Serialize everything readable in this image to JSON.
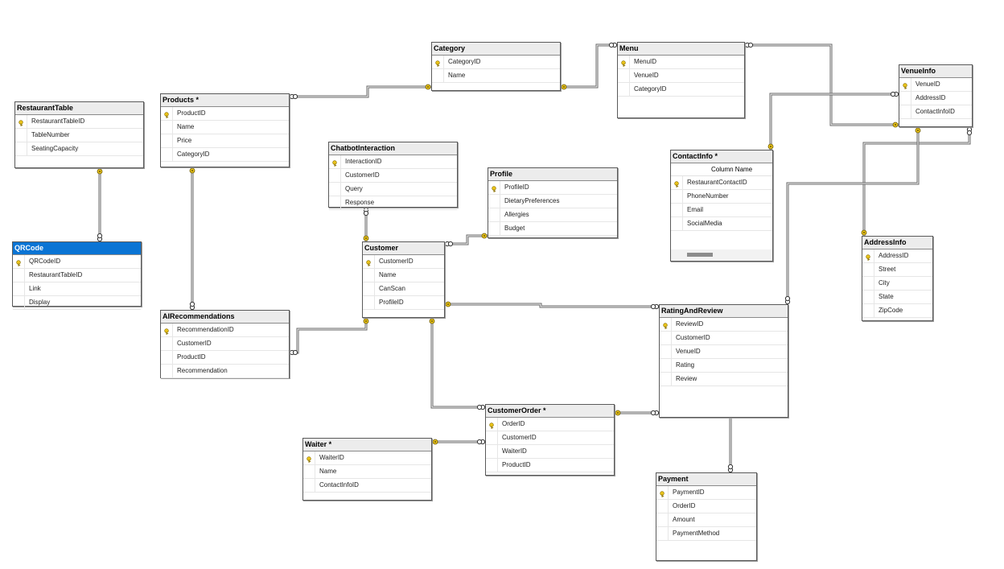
{
  "colors": {
    "selected_title": "#0a74d4",
    "line": "#555555",
    "key": "#e8c21a"
  },
  "tables": [
    {
      "id": "restauranttable",
      "title": "RestaurantTable",
      "columns": [
        {
          "name": "RestaurantTableID",
          "pk": true
        },
        {
          "name": "TableNumber"
        },
        {
          "name": "SeatingCapacity"
        }
      ]
    },
    {
      "id": "qrcode",
      "title": "QRCode",
      "selected": true,
      "columns": [
        {
          "name": "QRCodeID",
          "pk": true
        },
        {
          "name": "RestaurantTableID"
        },
        {
          "name": "Link"
        },
        {
          "name": "Display"
        }
      ]
    },
    {
      "id": "products",
      "title": "Products *",
      "columns": [
        {
          "name": "ProductID",
          "pk": true
        },
        {
          "name": "Name"
        },
        {
          "name": "Price"
        },
        {
          "name": "CategoryID"
        }
      ]
    },
    {
      "id": "airecommendations",
      "title": "AIRecommendations",
      "columns": [
        {
          "name": "RecommendationID",
          "pk": true
        },
        {
          "name": "CustomerID"
        },
        {
          "name": "ProductID"
        },
        {
          "name": "Recommendation"
        }
      ]
    },
    {
      "id": "category",
      "title": "Category",
      "columns": [
        {
          "name": "CategoryID",
          "pk": true
        },
        {
          "name": "Name"
        }
      ]
    },
    {
      "id": "chatbotinteraction",
      "title": "ChatbotInteraction",
      "columns": [
        {
          "name": "InteractionID",
          "pk": true
        },
        {
          "name": "CustomerID"
        },
        {
          "name": "Query"
        },
        {
          "name": "Response"
        }
      ]
    },
    {
      "id": "profile",
      "title": "Profile",
      "columns": [
        {
          "name": "ProfileID",
          "pk": true
        },
        {
          "name": "DietaryPreferences"
        },
        {
          "name": "Allergies"
        },
        {
          "name": "Budget"
        }
      ]
    },
    {
      "id": "customer",
      "title": "Customer",
      "columns": [
        {
          "name": "CustomerID",
          "pk": true
        },
        {
          "name": "Name"
        },
        {
          "name": "CanScan"
        },
        {
          "name": "ProfileID"
        }
      ]
    },
    {
      "id": "menu",
      "title": "Menu",
      "columns": [
        {
          "name": "MenuID",
          "pk": true
        },
        {
          "name": "VenueID"
        },
        {
          "name": "CategoryID"
        }
      ]
    },
    {
      "id": "contactinfo",
      "title": "ContactInfo *",
      "column_header": "Column Name",
      "has_scrollbar": true,
      "columns": [
        {
          "name": "RestaurantContactID",
          "pk": true
        },
        {
          "name": "PhoneNumber"
        },
        {
          "name": "Email"
        },
        {
          "name": "SocialMedia"
        }
      ]
    },
    {
      "id": "venueinfo",
      "title": "VenueInfo",
      "columns": [
        {
          "name": "VenueID",
          "pk": true
        },
        {
          "name": "AddressID"
        },
        {
          "name": "ContactInfoID"
        }
      ]
    },
    {
      "id": "addressinfo",
      "title": "AddressInfo",
      "columns": [
        {
          "name": "AddressID",
          "pk": true
        },
        {
          "name": "Street"
        },
        {
          "name": "City"
        },
        {
          "name": "State"
        },
        {
          "name": "ZipCode"
        }
      ]
    },
    {
      "id": "ratingandreview",
      "title": "RatingAndReview",
      "columns": [
        {
          "name": "ReviewID",
          "pk": true
        },
        {
          "name": "CustomerID"
        },
        {
          "name": "VenueID"
        },
        {
          "name": "Rating"
        },
        {
          "name": "Review"
        }
      ]
    },
    {
      "id": "customerorder",
      "title": "CustomerOrder *",
      "columns": [
        {
          "name": "OrderID",
          "pk": true
        },
        {
          "name": "CustomerID"
        },
        {
          "name": "WaiterID"
        },
        {
          "name": "ProductID"
        }
      ]
    },
    {
      "id": "waiter",
      "title": "Waiter *",
      "columns": [
        {
          "name": "WaiterID",
          "pk": true
        },
        {
          "name": "Name"
        },
        {
          "name": "ContactInfoID"
        }
      ]
    },
    {
      "id": "payment",
      "title": "Payment",
      "columns": [
        {
          "name": "PaymentID",
          "pk": true
        },
        {
          "name": "OrderID"
        },
        {
          "name": "Amount"
        },
        {
          "name": "PaymentMethod"
        }
      ]
    }
  ],
  "relationships": [
    {
      "from": "qrcode",
      "to": "restauranttable"
    },
    {
      "from": "airecommendations",
      "to": "products"
    },
    {
      "from": "products",
      "to": "category"
    },
    {
      "from": "menu",
      "to": "category"
    },
    {
      "from": "menu",
      "to": "venueinfo"
    },
    {
      "from": "chatbotinteraction",
      "to": "customer"
    },
    {
      "from": "customer",
      "to": "profile"
    },
    {
      "from": "airecommendations",
      "to": "customer"
    },
    {
      "from": "ratingandreview",
      "to": "customer"
    },
    {
      "from": "customerorder",
      "to": "customer"
    },
    {
      "from": "ratingandreview",
      "to": "customerorder"
    },
    {
      "from": "customerorder",
      "to": "waiter"
    },
    {
      "from": "payment",
      "to": "ratingandreview"
    },
    {
      "from": "venueinfo",
      "to": "contactinfo"
    },
    {
      "from": "venueinfo",
      "to": "addressinfo"
    },
    {
      "from": "ratingandreview",
      "to": "venueinfo"
    }
  ]
}
